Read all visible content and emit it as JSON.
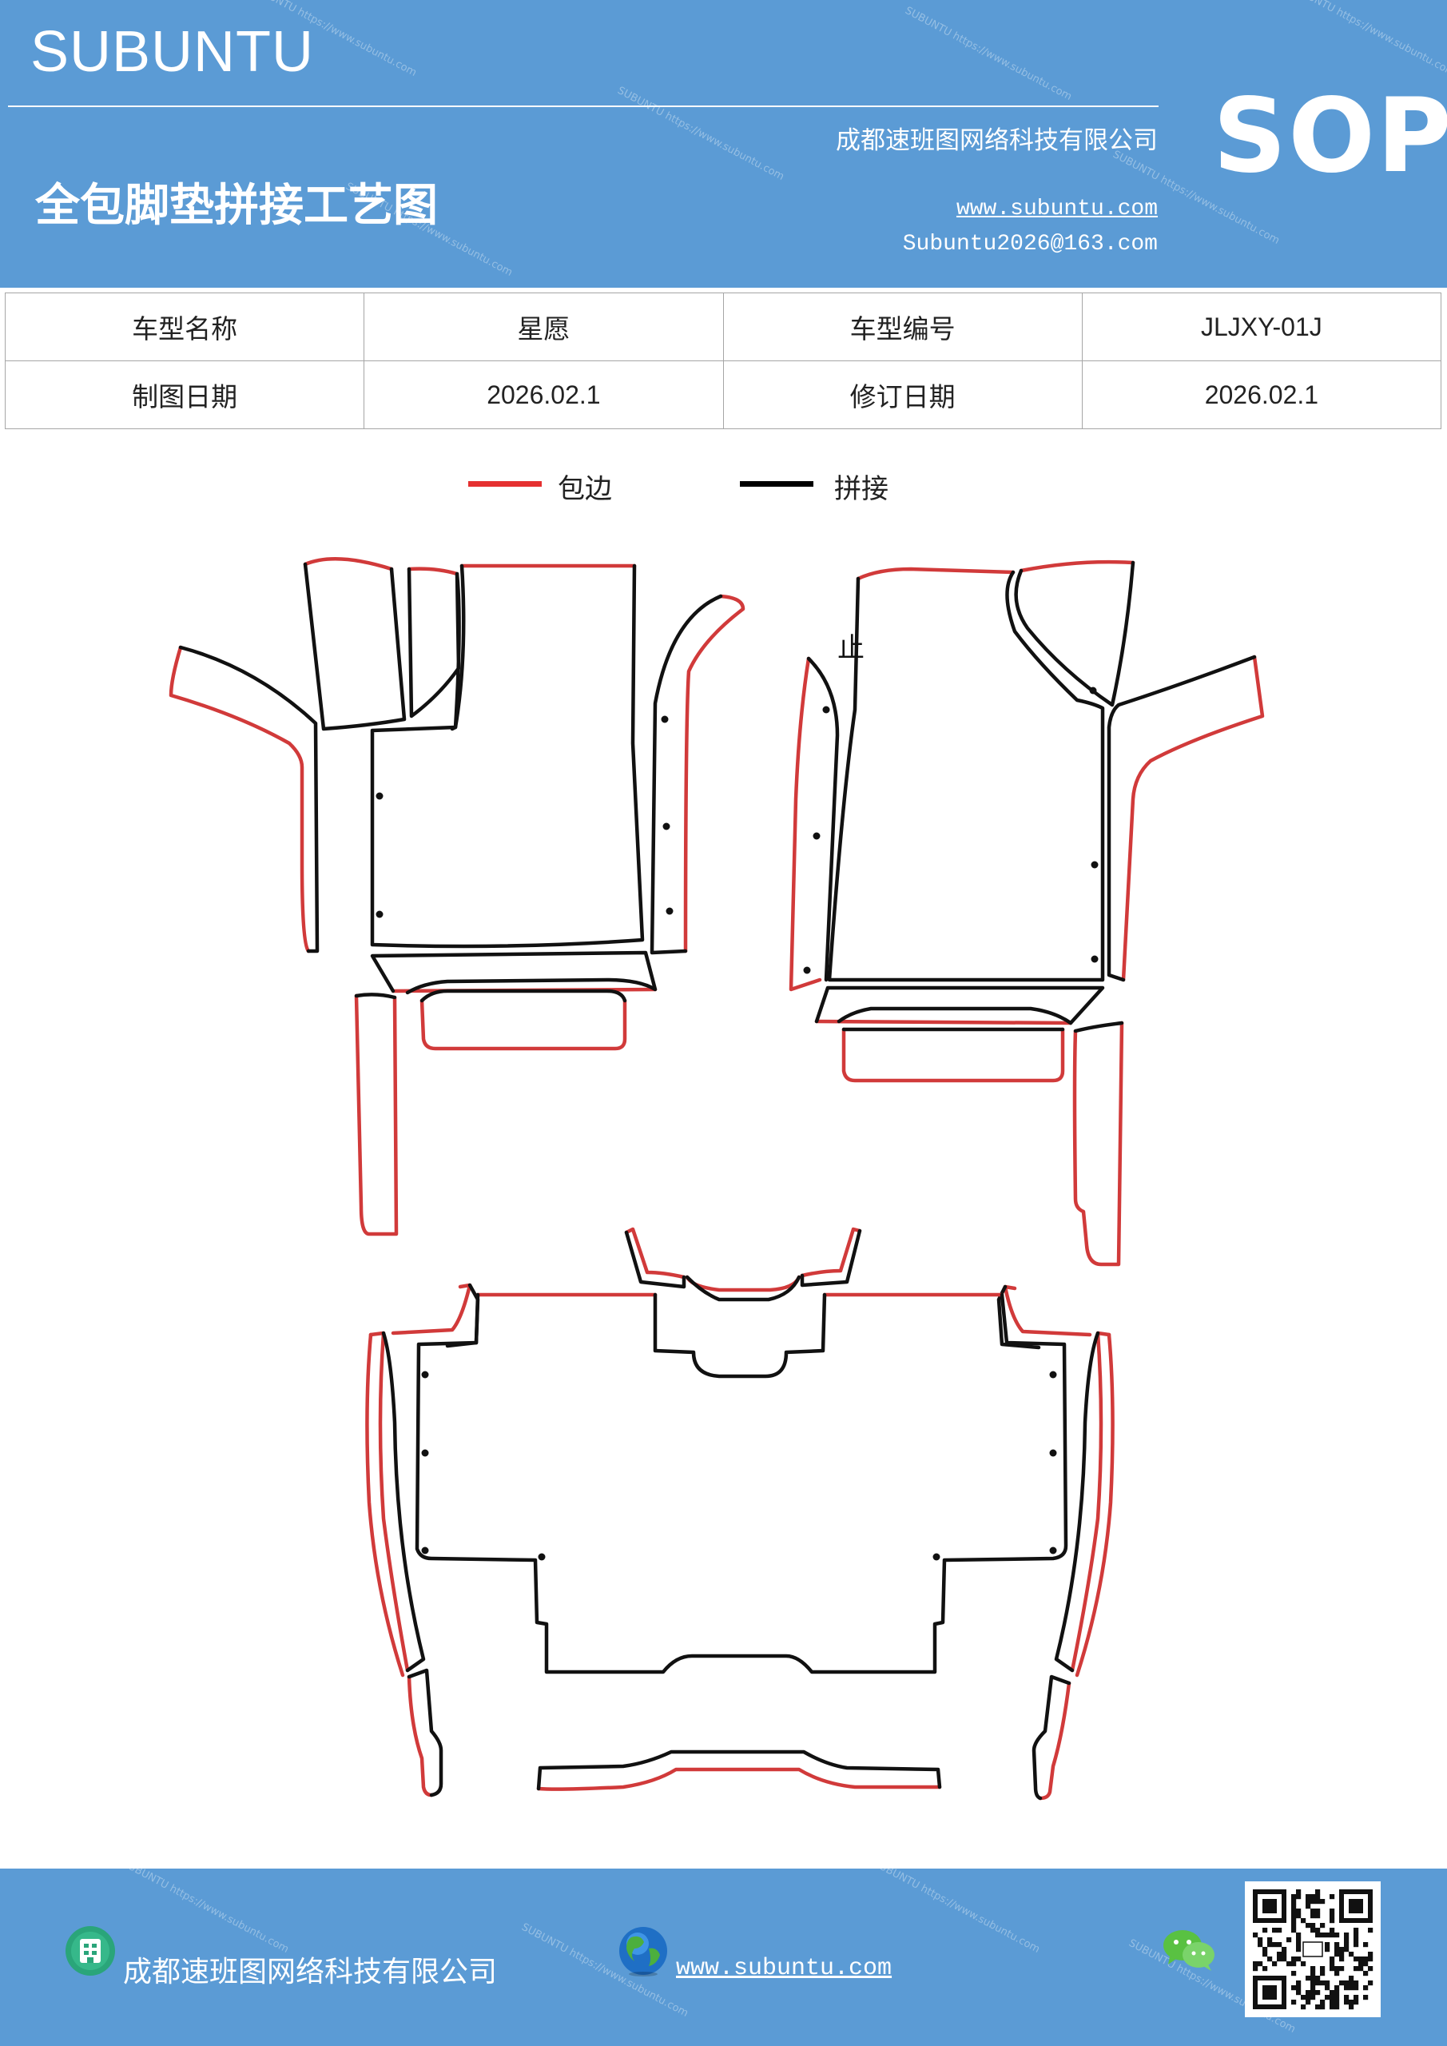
{
  "header": {
    "brand": "SUBUNTU",
    "company": "成都速班图网络科技有限公司",
    "title": "全包脚垫拼接工艺图",
    "url": "www.subuntu.com",
    "email": "Subuntu2026@163.com",
    "badge": "SOP"
  },
  "info_table": [
    [
      "车型名称",
      "星愿",
      "车型编号",
      "JLJXY-01J"
    ],
    [
      "制图日期",
      "2026.02.1",
      "修订日期",
      "2026.02.1"
    ]
  ],
  "legend": [
    {
      "label": "包边",
      "color": "#e53030"
    },
    {
      "label": "拼接",
      "color": "#000000"
    }
  ],
  "diagram": {
    "edge_color": "#d13a3a",
    "seam_color": "#111111",
    "mark": "止"
  },
  "footer": {
    "company": "成都速班图网络科技有限公司",
    "url": "www.subuntu.com",
    "icons": [
      "building-icon",
      "globe-icon",
      "wechat-icon",
      "qr-code"
    ]
  }
}
